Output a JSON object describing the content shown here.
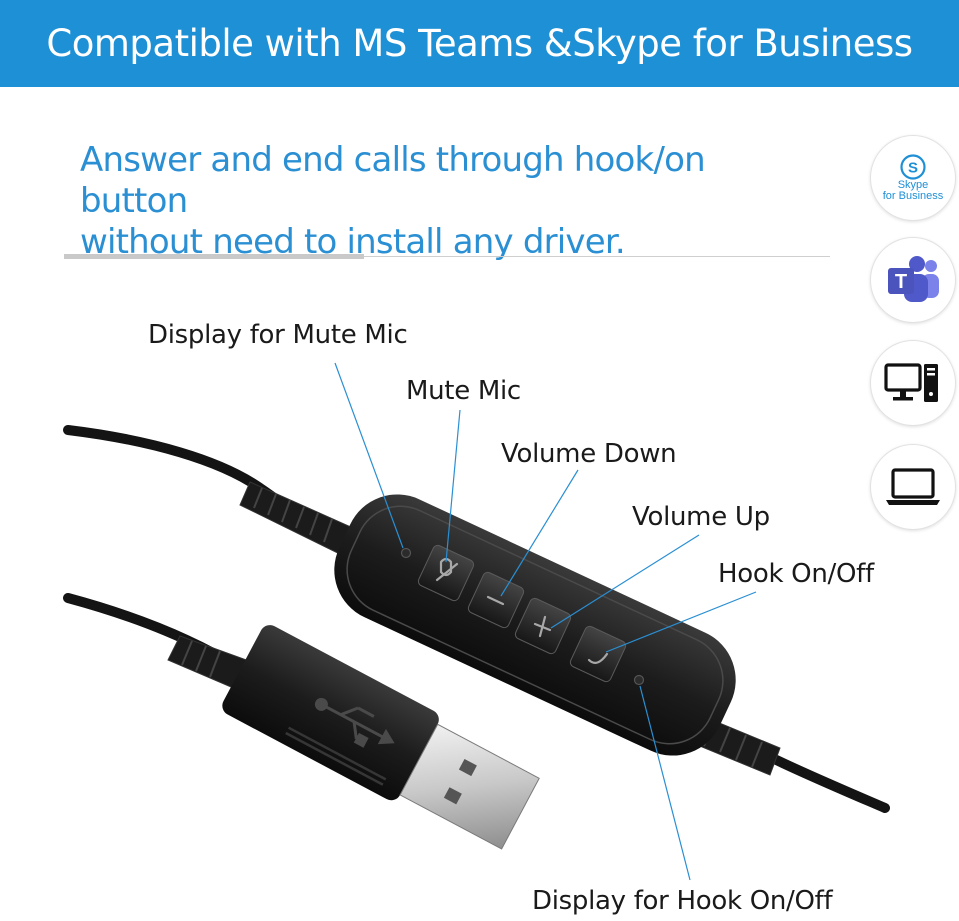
{
  "banner": {
    "title": "Compatible with MS Teams &Skype for Business"
  },
  "tagline": {
    "line1": "Answer and end calls through hook/on button",
    "line2": "without need to install any driver."
  },
  "compat_icons": [
    {
      "name": "skype-for-business-icon",
      "label_line1": "Skype",
      "label_line2": "for Business"
    },
    {
      "name": "teams-icon"
    },
    {
      "name": "desktop-computer-icon"
    },
    {
      "name": "laptop-icon"
    }
  ],
  "callouts": {
    "display_mute": "Display for Mute Mic",
    "mute_mic": "Mute Mic",
    "volume_down": "Volume Down",
    "volume_up": "Volume Up",
    "hook": "Hook On/Off",
    "display_hook": "Display for Hook On/Off"
  },
  "colors": {
    "banner": "#1e90d6",
    "tagline": "#2a8fd3",
    "leader_lines": "#2a8fd3",
    "teams_purple": "#5059c9"
  }
}
